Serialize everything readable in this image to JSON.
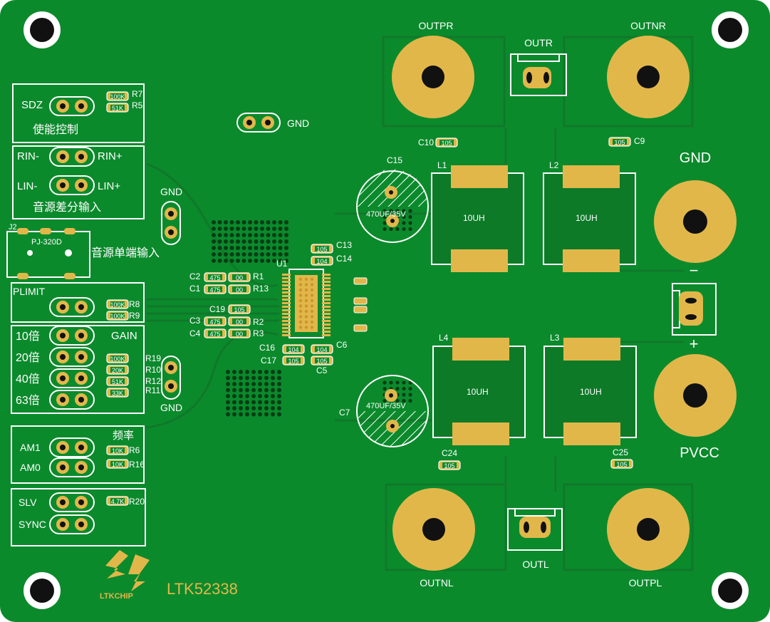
{
  "board": {
    "part_number": "LTK52338",
    "logo_text": "LTKCHIP",
    "colors": {
      "board": "#0b8a2c",
      "copper": "#117a2a",
      "pad": "#e2b74a",
      "silk": "#ffffff",
      "hole": "#111111"
    }
  },
  "groups": {
    "sdz": {
      "pin": "SDZ",
      "title": "使能控制"
    },
    "diff": {
      "pin_rin_neg": "RIN-",
      "pin_rin_pos": "RIN+",
      "pin_lin_neg": "LIN-",
      "pin_lin_pos": "LIN+",
      "title": "音源差分输入"
    },
    "jack": {
      "ref": "J2",
      "part": "PJ-320D",
      "title": "音源单端输入"
    },
    "plimit": {
      "pin": "PLIMIT"
    },
    "gain": {
      "title": "GAIN",
      "options": [
        "10倍",
        "20倍",
        "40倍",
        "63倍"
      ]
    },
    "freq": {
      "title": "频率",
      "pins": [
        "AM1",
        "AM0"
      ]
    },
    "sync": {
      "pins": [
        "SLV",
        "SYNC"
      ]
    }
  },
  "gnd_labels": [
    "GND",
    "GND",
    "GND",
    "GND"
  ],
  "resistors": [
    {
      "ref": "R7",
      "value": "100K"
    },
    {
      "ref": "R5",
      "value": "51K"
    },
    {
      "ref": "R8",
      "value": "100K"
    },
    {
      "ref": "R9",
      "value": "100K"
    },
    {
      "ref": "R19",
      "value": "100K"
    },
    {
      "ref": "R10",
      "value": "20K"
    },
    {
      "ref": "R12",
      "value": "51K"
    },
    {
      "ref": "R11",
      "value": "33K"
    },
    {
      "ref": "R6",
      "value": "10K"
    },
    {
      "ref": "R16",
      "value": "10K"
    },
    {
      "ref": "R20",
      "value": "4.7K"
    },
    {
      "ref": "R1",
      "value": "00"
    },
    {
      "ref": "R13",
      "value": "00"
    },
    {
      "ref": "R2",
      "value": "00"
    },
    {
      "ref": "R3",
      "value": "00"
    }
  ],
  "capacitors": [
    {
      "ref": "C2",
      "value": "475"
    },
    {
      "ref": "C1",
      "value": "475"
    },
    {
      "ref": "C3",
      "value": "475"
    },
    {
      "ref": "C4",
      "value": "475"
    },
    {
      "ref": "C19",
      "value": "105"
    },
    {
      "ref": "C13",
      "value": "105"
    },
    {
      "ref": "C14",
      "value": "104"
    },
    {
      "ref": "C16",
      "value": "104"
    },
    {
      "ref": "C17",
      "value": "105"
    },
    {
      "ref": "C6",
      "value": "104"
    },
    {
      "ref": "C5",
      "value": "105"
    },
    {
      "ref": "C10",
      "value": "105"
    },
    {
      "ref": "C9",
      "value": "105"
    },
    {
      "ref": "C24",
      "value": "105"
    },
    {
      "ref": "C25",
      "value": "105"
    }
  ],
  "electrolytics": [
    {
      "ref": "C15",
      "value": "470UF/35V"
    },
    {
      "ref": "C7",
      "value": "470UF/35V"
    }
  ],
  "inductors": [
    {
      "ref": "L1",
      "value": "10UH"
    },
    {
      "ref": "L2",
      "value": "10UH"
    },
    {
      "ref": "L4",
      "value": "10UH"
    },
    {
      "ref": "L3",
      "value": "10UH"
    }
  ],
  "chip": {
    "ref": "U1"
  },
  "outputs": {
    "outpr": "OUTPR",
    "outnr": "OUTNR",
    "outr": "OUTR",
    "outnl": "OUTNL",
    "outpl": "OUTPL",
    "outl": "OUTL"
  },
  "power": {
    "gnd": "GND",
    "pvcc": "PVCC",
    "minus": "−",
    "plus": "+"
  }
}
